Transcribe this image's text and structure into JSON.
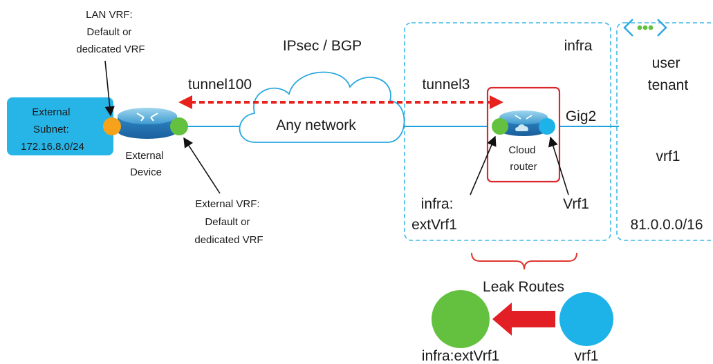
{
  "colors": {
    "dashed_border": "#3fb7e6",
    "tunnel": "#e8211c",
    "link": "#1fa3dc",
    "cloud_stroke": "#2aa7e0",
    "red_box": "#d9272e",
    "green": "#63c13f",
    "blue": "#1eb3e8",
    "orange": "#f7a21b",
    "subnet_fill": "#27b5e8",
    "bracket": "#e0362e",
    "arrow_red": "#e31f26"
  },
  "icons": {
    "vrf_icon": "chevron-dots-icon",
    "router_icon": "router-icon",
    "cloud_icon": "cloud-icon"
  },
  "labels": {
    "lan_vrf": [
      "LAN VRF:",
      "Default or",
      "dedicated VRF"
    ],
    "external_subnet": [
      "External",
      "Subnet:",
      "172.16.8.0/24"
    ],
    "external_device": [
      "External",
      "Device"
    ],
    "external_vrf": [
      "External VRF:",
      "Default or",
      "dedicated VRF"
    ],
    "ipsec_bgp": "IPsec / BGP",
    "tunnel100": "tunnel100",
    "any_network": "Any network",
    "tunnel3": "tunnel3",
    "infra": "infra",
    "cloud_router": [
      "Cloud",
      "router"
    ],
    "gig2": "Gig2",
    "user_tenant": [
      "user",
      "tenant"
    ],
    "vrf1_tenant": "vrf1",
    "infra_extvrf1": [
      "infra:",
      "extVrf1"
    ],
    "vrf1_port": "Vrf1",
    "subnet_81": "81.0.0.0/16",
    "leak_routes": "Leak Routes",
    "leak_left": "infra:extVrf1",
    "leak_right": "vrf1"
  }
}
